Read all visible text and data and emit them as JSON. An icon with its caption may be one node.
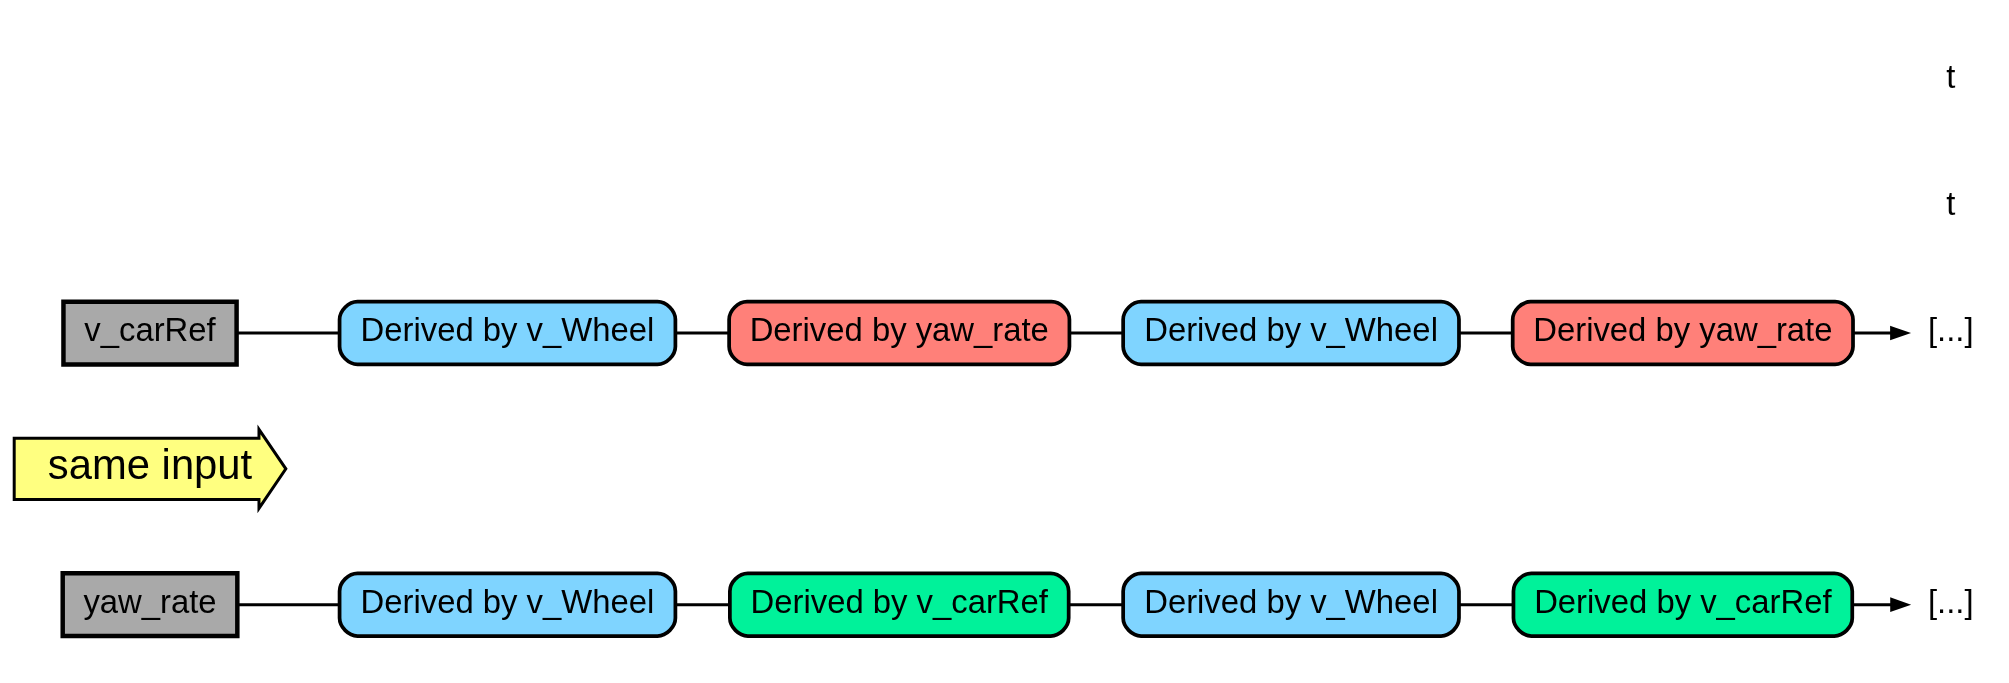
{
  "diagram": {
    "nodes": [
      {
        "text": [
          "yaw_rate"
        ]
      },
      {
        "text": [
          "Derived by v_Wheel"
        ]
      },
      {
        "text": [
          "Derived by v_carRef"
        ]
      },
      {
        "text": [
          "Derived by v_Wheel"
        ]
      },
      {
        "text": [
          "Derived by v_carRef"
        ]
      },
      {
        "text": [
          "[...]"
        ]
      },
      {
        "text": [
          "same input"
        ]
      },
      {
        "text": [
          "v_carRef"
        ]
      },
      {
        "text": [
          "Derived by v_Wheel"
        ]
      },
      {
        "text": [
          "Derived by yaw_rate"
        ]
      },
      {
        "text": [
          "Derived by v_Wheel"
        ]
      },
      {
        "text": [
          "Derived by yaw_rate"
        ]
      },
      {
        "text": [
          "[...]"
        ]
      }
    ],
    "edges": [
      {
        "from": 0,
        "to": 1,
        "arrow": "none"
      },
      {
        "from": 1,
        "to": 2,
        "arrow": "none"
      },
      {
        "from": 2,
        "to": 3,
        "arrow": "none"
      },
      {
        "from": 3,
        "to": 4,
        "arrow": "none"
      },
      {
        "from": 4,
        "to": 5,
        "arrow": "to"
      },
      {
        "from": 7,
        "to": 8,
        "arrow": "none"
      },
      {
        "from": 8,
        "to": 9,
        "arrow": "none"
      },
      {
        "from": 9,
        "to": 10,
        "arrow": "none"
      },
      {
        "from": 10,
        "to": 11,
        "arrow": "none"
      },
      {
        "from": 11,
        "to": 12,
        "arrow": "to"
      }
    ],
    "labels": [
      "t",
      "t"
    ]
  }
}
